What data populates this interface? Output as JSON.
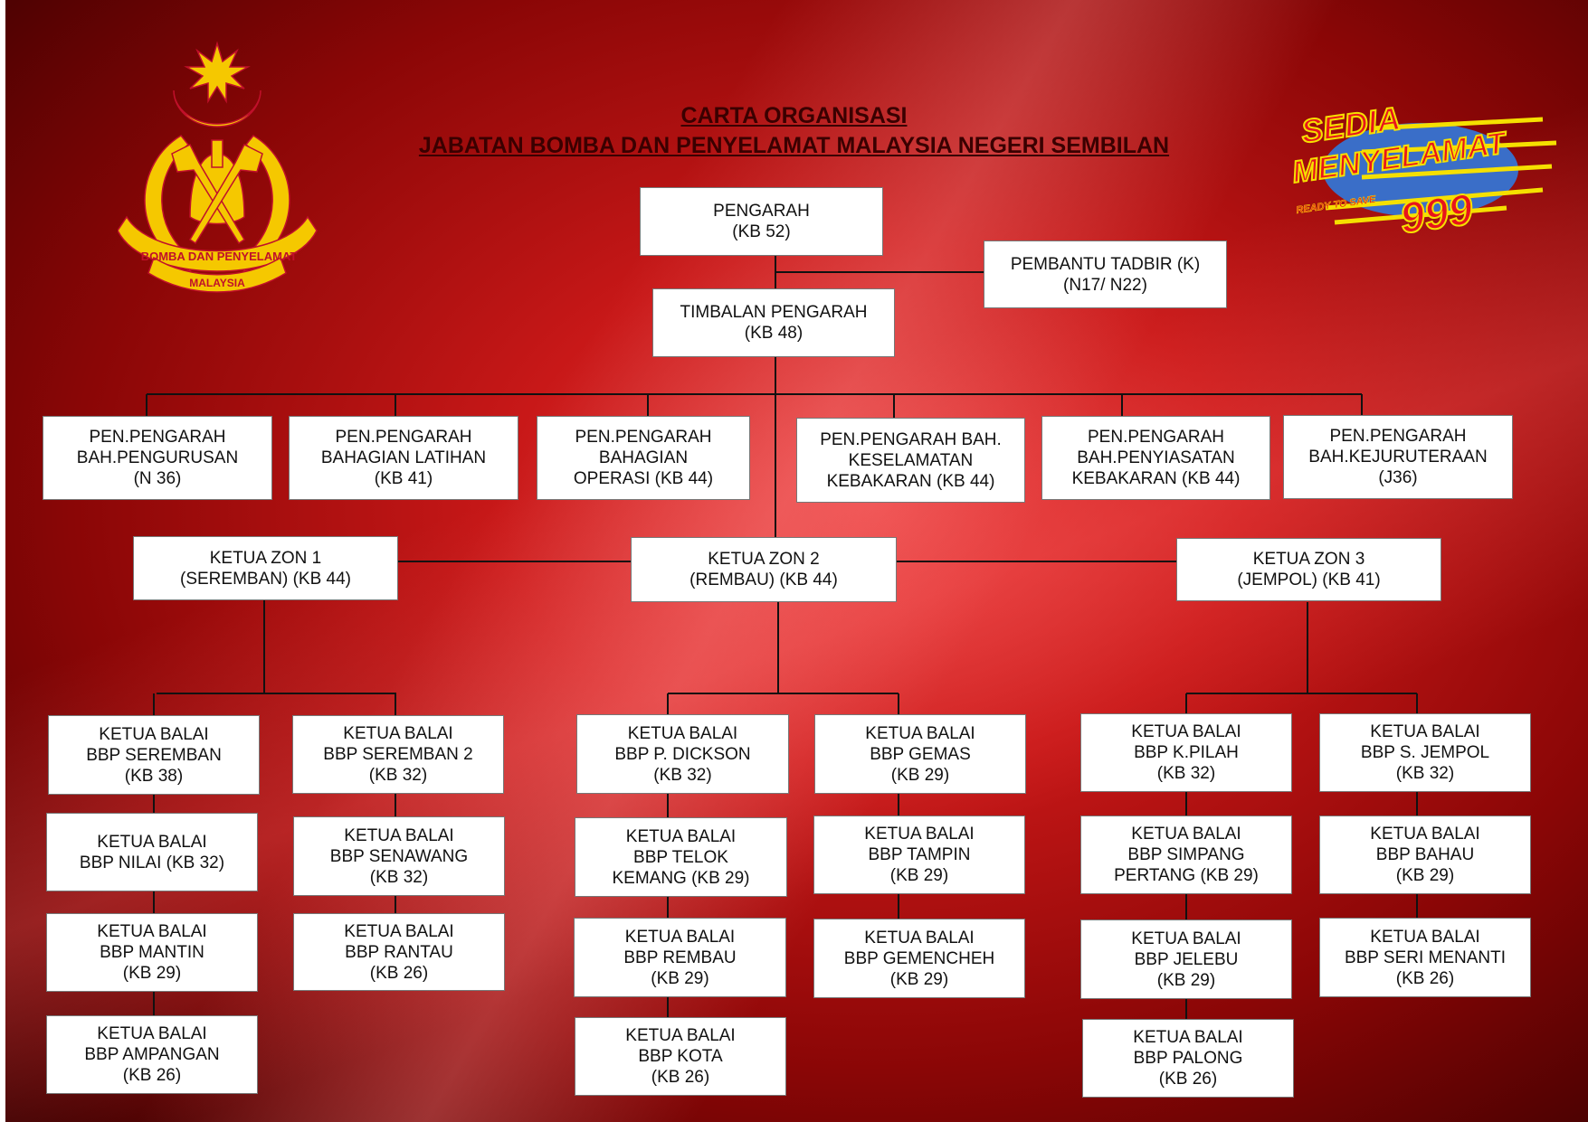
{
  "title": {
    "line1": "CARTA ORGANISASI",
    "line2": "JABATAN BOMBA DAN PENYELAMAT MALAYSIA NEGERI SEMBILAN"
  },
  "logos": {
    "emblem": {
      "text": "BOMBA DAN PENYELAMAT",
      "sub": "MALAYSIA"
    },
    "slogan": {
      "line1": "SEDIA",
      "line2": "MENYELAMAT",
      "number": "999",
      "tagline": "READY TO SAVE"
    }
  },
  "colors": {
    "background": "#c81818",
    "box": "#ffffff",
    "emblem": "#f5c800"
  },
  "nodes": [
    {
      "text": "PENGARAH\n(KB 52)"
    },
    {
      "text": "PEMBANTU TADBIR (K)\n(N17/ N22)"
    },
    {
      "text": "TIMBALAN PENGARAH\n(KB 48)"
    },
    {
      "text": "PEN.PENGARAH\nBAH.PENGURUSAN\n(N 36)"
    },
    {
      "text": "PEN.PENGARAH\nBAHAGIAN LATIHAN\n(KB 41)"
    },
    {
      "text": "PEN.PENGARAH\nBAHAGIAN\nOPERASI (KB 44)"
    },
    {
      "text": "PEN.PENGARAH BAH.\nKESELAMATAN\nKEBAKARAN (KB 44)"
    },
    {
      "text": "PEN.PENGARAH\nBAH.PENYIASATAN\nKEBAKARAN (KB 44)"
    },
    {
      "text": "PEN.PENGARAH\nBAH.KEJURUTERAAN\n(J36)"
    },
    {
      "text": "KETUA ZON 1\n(SEREMBAN) (KB 44)"
    },
    {
      "text": "KETUA ZON 2\n(REMBAU) (KB 44)"
    },
    {
      "text": "KETUA ZON 3\n(JEMPOL) (KB 41)"
    },
    {
      "text": "KETUA BALAI\nBBP SEREMBAN\n(KB 38)"
    },
    {
      "text": "KETUA BALAI\nBBP NILAI (KB 32)"
    },
    {
      "text": "KETUA BALAI\nBBP MANTIN\n(KB 29)"
    },
    {
      "text": "KETUA BALAI\nBBP AMPANGAN\n(KB 26)"
    },
    {
      "text": "KETUA BALAI\nBBP SEREMBAN 2\n(KB 32)"
    },
    {
      "text": "KETUA BALAI\nBBP SENAWANG\n(KB 32)"
    },
    {
      "text": "KETUA BALAI\nBBP RANTAU\n(KB 26)"
    },
    {
      "text": "KETUA BALAI\nBBP P. DICKSON\n(KB 32)"
    },
    {
      "text": "KETUA BALAI\nBBP TELOK\nKEMANG (KB 29)"
    },
    {
      "text": "KETUA BALAI\nBBP REMBAU\n(KB 29)"
    },
    {
      "text": "KETUA BALAI\nBBP KOTA\n(KB 26)"
    },
    {
      "text": "KETUA BALAI\nBBP GEMAS\n(KB 29)"
    },
    {
      "text": "KETUA BALAI\nBBP TAMPIN\n(KB 29)"
    },
    {
      "text": "KETUA BALAI\nBBP GEMENCHEH\n(KB 29)"
    },
    {
      "text": "KETUA BALAI\nBBP K.PILAH\n(KB 32)"
    },
    {
      "text": "KETUA BALAI\nBBP SIMPANG\nPERTANG (KB 29)"
    },
    {
      "text": "KETUA BALAI\nBBP JELEBU\n(KB 29)"
    },
    {
      "text": "KETUA BALAI\nBBP PALONG\n(KB 26)"
    },
    {
      "text": "KETUA BALAI\nBBP S. JEMPOL\n(KB 32)"
    },
    {
      "text": "KETUA BALAI\nBBP BAHAU\n(KB 29)"
    },
    {
      "text": "KETUA BALAI\nBBP SERI MENANTI\n(KB 26)"
    }
  ]
}
